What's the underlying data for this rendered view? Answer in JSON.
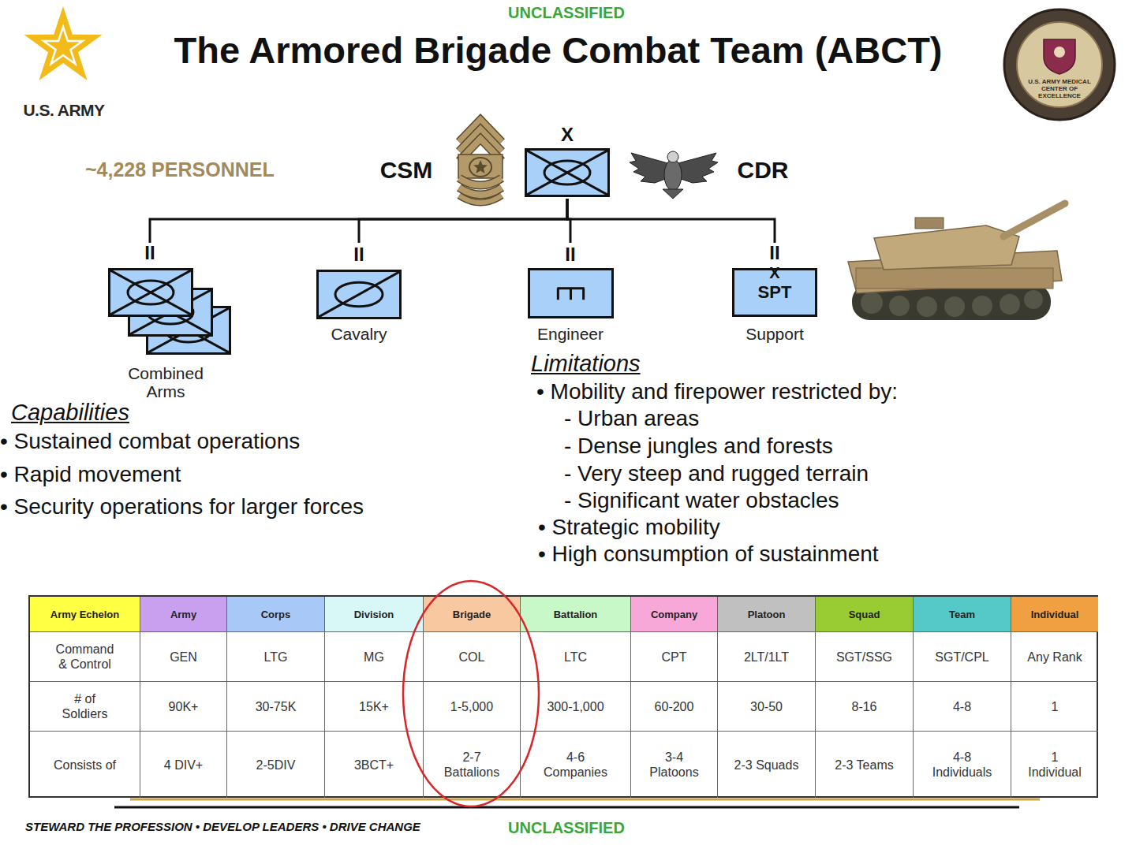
{
  "diagram": {
    "title": "The Armored Brigade Combat Team (ABCT)",
    "nodes": [
      {
        "text": [
          "X"
        ]
      },
      {
        "text": [
          "II",
          "Combined Arms"
        ]
      },
      {
        "text": [
          "II",
          "Cavalry"
        ]
      },
      {
        "text": [
          "II",
          "Engineer"
        ]
      },
      {
        "text": [
          "II",
          "X",
          "SPT",
          "Support"
        ]
      }
    ],
    "edges": [
      {
        "from": 0,
        "to": 1,
        "arrow": "none"
      },
      {
        "from": 0,
        "to": 2,
        "arrow": "none"
      },
      {
        "from": 0,
        "to": 3,
        "arrow": "none"
      },
      {
        "from": 0,
        "to": 4,
        "arrow": "none"
      }
    ],
    "labels": [
      "UNCLASSIFIED",
      "U.S. ARMY",
      "U.S. ARMY MEDICAL CENTER OF EXCELLENCE",
      "~4,228 PERSONNEL",
      "CSM",
      "CDR",
      "Capabilities",
      "• Sustained combat operations",
      "• Rapid movement",
      "• Security operations for larger forces",
      "Limitations",
      "• Mobility and firepower restricted by:",
      "- Urban areas",
      "- Dense jungles and forests",
      "- Very steep and rugged terrain",
      "- Significant water obstacles",
      "• Strategic mobility",
      "• High consumption of sustainment",
      "Army Echelon",
      "Army",
      "Corps",
      "Division",
      "Brigade",
      "Battalion",
      "Company",
      "Platoon",
      "Squad",
      "Team",
      "Individual",
      "Command & Control",
      "GEN",
      "LTG",
      "MG",
      "COL",
      "LTC",
      "CPT",
      "2LT/1LT",
      "SGT/SSG",
      "SGT/CPL",
      "Any Rank",
      "# of Soldiers",
      "90K+",
      "30-75K",
      "15K+",
      "1-5,000",
      "300-1,000",
      "60-200",
      "30-50",
      "8-16",
      "4-8",
      "1",
      "Consists of",
      "4 DIV+",
      "2-5DIV",
      "3BCT+",
      "2-7 Battalions",
      "4-6 Companies",
      "3-4 Platoons",
      "2-3 Squads",
      "2-3 Teams",
      "4-8 Individuals",
      "1 Individual",
      "STEWARD THE PROFESSION • DEVELOP LEADERS • DRIVE CHANGE",
      "UNCLASSIFIED"
    ]
  }
}
